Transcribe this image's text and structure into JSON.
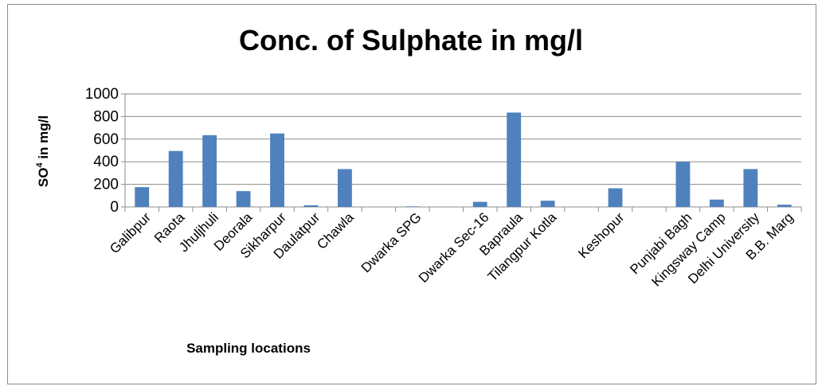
{
  "chart_data": {
    "type": "bar",
    "title": "Conc. of Sulphate in mg/l",
    "xlabel": "Sampling locations",
    "ylabel_main": "SO",
    "ylabel_sup": "4",
    "ylabel_rest": " in mg/l",
    "ylim": [
      0,
      1000
    ],
    "yticks": [
      0,
      200,
      400,
      600,
      800,
      1000
    ],
    "grid": true,
    "legend": "none",
    "bar_color": "#4f81bd",
    "categories": [
      "Galibpur",
      "Raota",
      "Jhuljhuli",
      "Deorala",
      "Sikharpur",
      "Daulatpur",
      "Chawla",
      "",
      "Dwarka SPG",
      "",
      "Dwarka Sec-16",
      "Bapraula",
      "Tilangpur Kotla",
      "",
      "Keshopur",
      "",
      "Punjabi Bagh",
      "Kingsway Camp",
      "Delhi University",
      "B.B. Marg"
    ],
    "values": [
      175,
      495,
      635,
      140,
      650,
      15,
      335,
      0,
      5,
      0,
      45,
      835,
      55,
      0,
      165,
      0,
      400,
      65,
      335,
      20
    ]
  }
}
